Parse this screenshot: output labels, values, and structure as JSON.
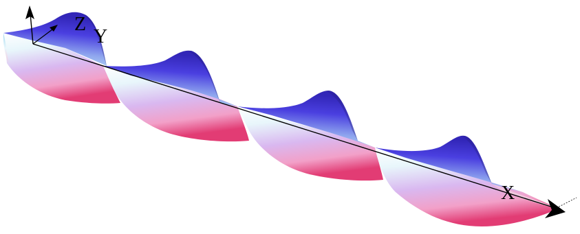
{
  "axes": {
    "x_label": "X",
    "y_label": "Y",
    "z_label": "Z"
  },
  "surface": {
    "wave_crests": 4,
    "colors": {
      "crest": "#3d2fd4",
      "crest_shadow": "#2a2290",
      "mid_light": "#e6f7ff",
      "cyan": "#bfe8f5",
      "trough": "#e8487a",
      "trough_light": "#f7b7d4",
      "lilac": "#c9a8ee"
    }
  },
  "axis_color": "#000000"
}
